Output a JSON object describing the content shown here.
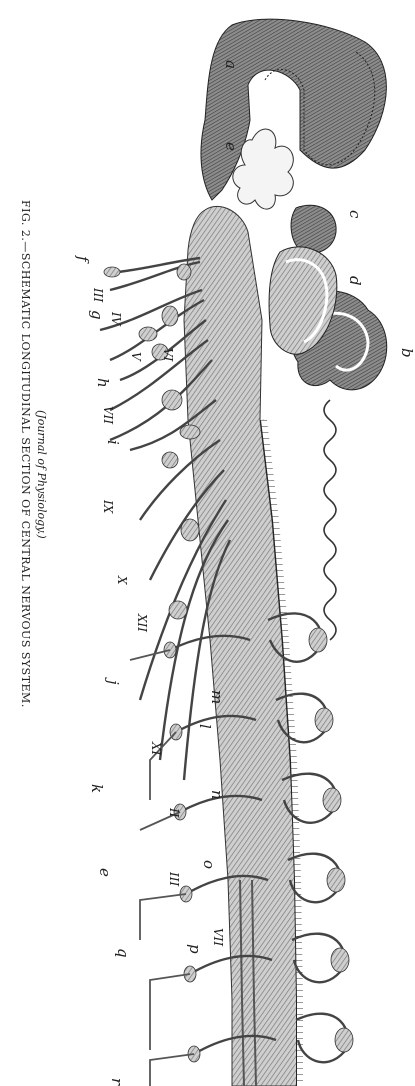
{
  "caption": {
    "line1": "FIG. 2.—SCHEMATIC LONGITUDINAL SECTION OF CENTRAL NERVOUS SYSTEM.",
    "line2": "(Journal of Physiology.)"
  },
  "letters": {
    "a": "a",
    "b": "b",
    "c": "c",
    "d": "d",
    "e": "e",
    "f": "f",
    "g": "g",
    "h": "h",
    "i": "i",
    "j": "j",
    "k": "k",
    "l": "l",
    "m": "m",
    "n": "n",
    "o": "o",
    "p": "p",
    "q": "q",
    "r": "r",
    "e_bottom": "e",
    "v": "V"
  },
  "numerals": {
    "III_a": "III",
    "IV": "IV",
    "VI": "VI",
    "VII": "VII",
    "IX": "IX",
    "X": "X",
    "XII": "XII",
    "XI": "XI",
    "II": "II",
    "III_b": "III",
    "VII_b": "VII"
  }
}
